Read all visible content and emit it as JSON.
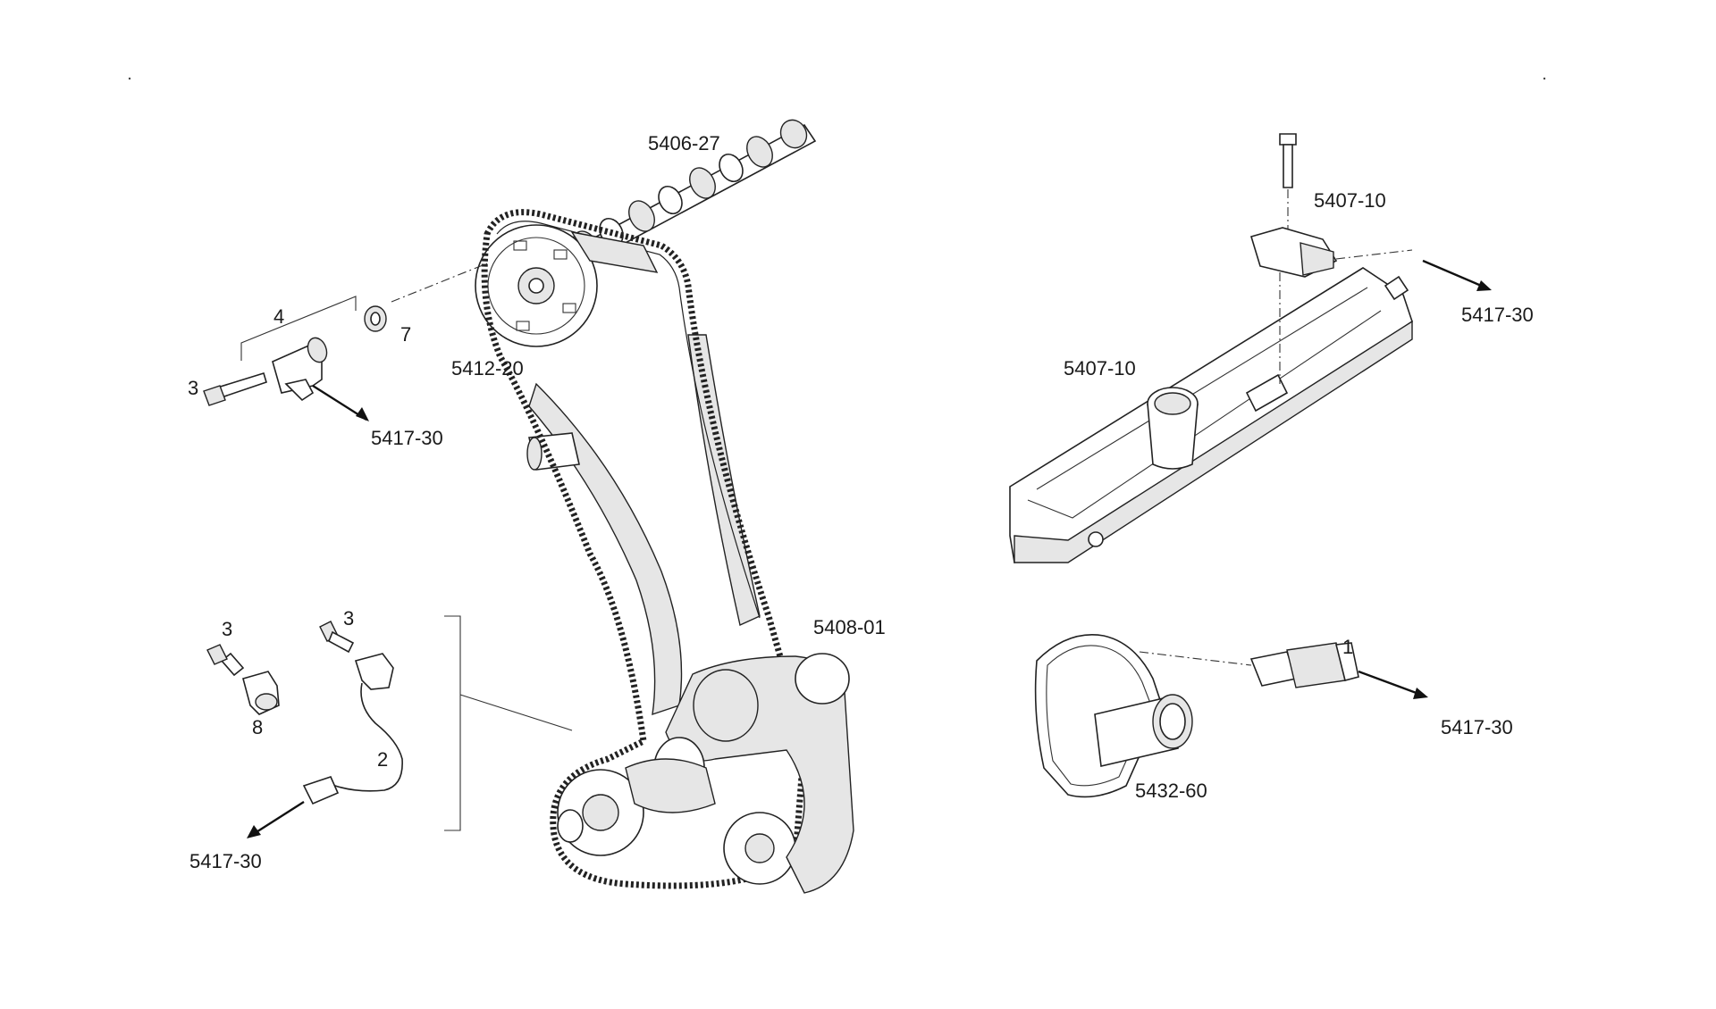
{
  "labels": {
    "camshaft": "5406-27",
    "timing_chain": "5412-20",
    "crankshaft_gear": "5408-01",
    "cover_bolt": "5407-10",
    "cover": "5407-10",
    "thermostat_housing": "5432-60",
    "sensor_ref_upper_left": "5417-30",
    "sensor_ref_lower_left": "5417-30",
    "sensor_ref_upper_right": "5417-30",
    "sensor_ref_lower_right": "5417-30",
    "item_4": "4",
    "item_7": "7",
    "item_3_upper": "3",
    "item_3_lower_a": "3",
    "item_3_lower_b": "3",
    "item_8": "8",
    "item_2": "2",
    "item_1": "1"
  }
}
